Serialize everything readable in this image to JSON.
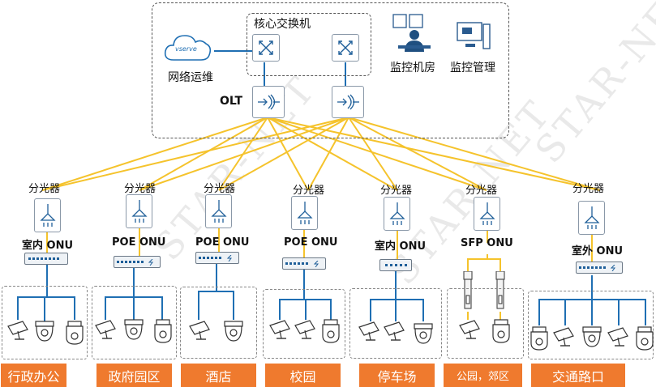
{
  "watermark": "STAR-NET",
  "core": {
    "switch_label": "核心交换机",
    "cloud_label": "网络运维",
    "cloud_brand": "vserve",
    "olt_label": "OLT",
    "monitor_room_label": "监控机房",
    "monitor_mgmt_label": "监控管理"
  },
  "colors": {
    "fiber": "#f5c32c",
    "link": "#1f6fb3",
    "site": "#ef7a2e"
  },
  "branches": [
    {
      "splitter": "分光器",
      "onu": "室内 ONU",
      "site": "行政办公"
    },
    {
      "splitter": "分光器",
      "onu": "POE ONU",
      "site": "政府园区"
    },
    {
      "splitter": "分光器",
      "onu": "POE ONU",
      "site": "酒店"
    },
    {
      "splitter": "分光器",
      "onu": "POE ONU",
      "site": "校园"
    },
    {
      "splitter": "分光器",
      "onu": "室内 ONU",
      "site": "停车场"
    },
    {
      "splitter": "分光器",
      "onu": "SFP ONU",
      "site": "公园，郊区"
    },
    {
      "splitter": "分光器",
      "onu": "室外 ONU",
      "site": "交通路口"
    }
  ]
}
